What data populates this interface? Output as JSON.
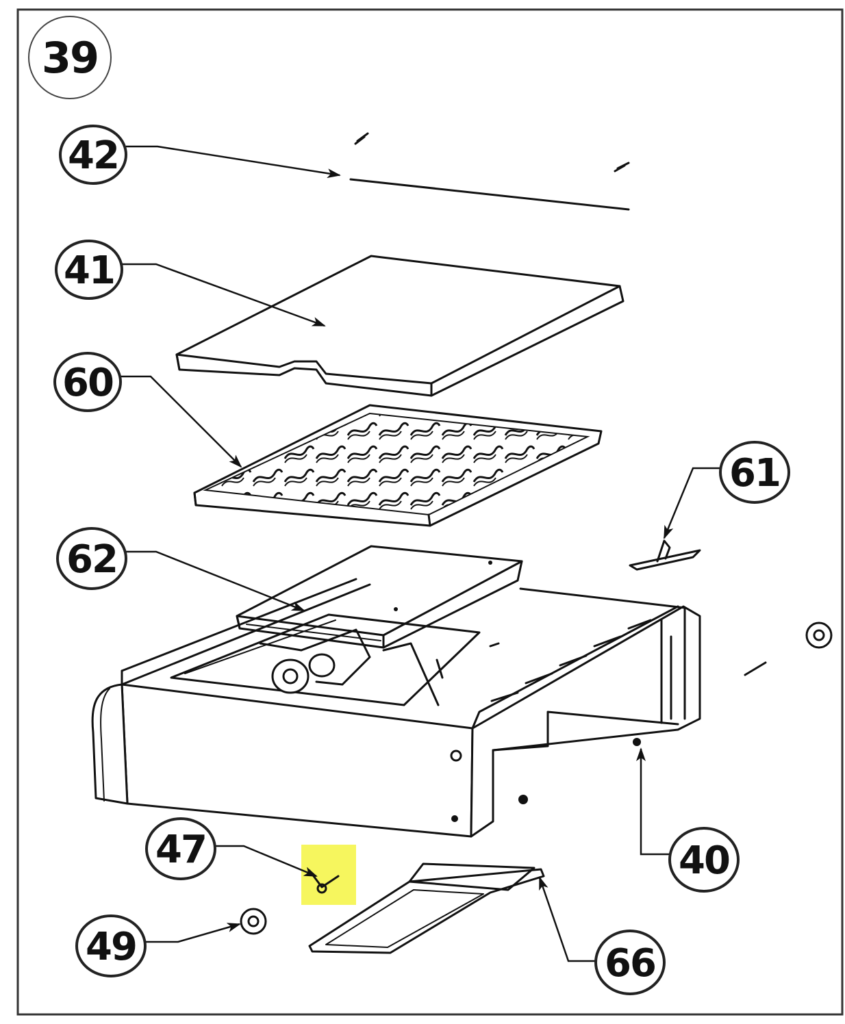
{
  "diagram": {
    "figure_number": "39",
    "callouts": {
      "c42": "42",
      "c41": "41",
      "c60": "60",
      "c61": "61",
      "c62": "62",
      "c40": "40",
      "c47": "47",
      "c49": "49",
      "c66": "66"
    },
    "colors": {
      "line": "#111111",
      "background": "#ffffff",
      "highlight": "#f5f542"
    }
  }
}
